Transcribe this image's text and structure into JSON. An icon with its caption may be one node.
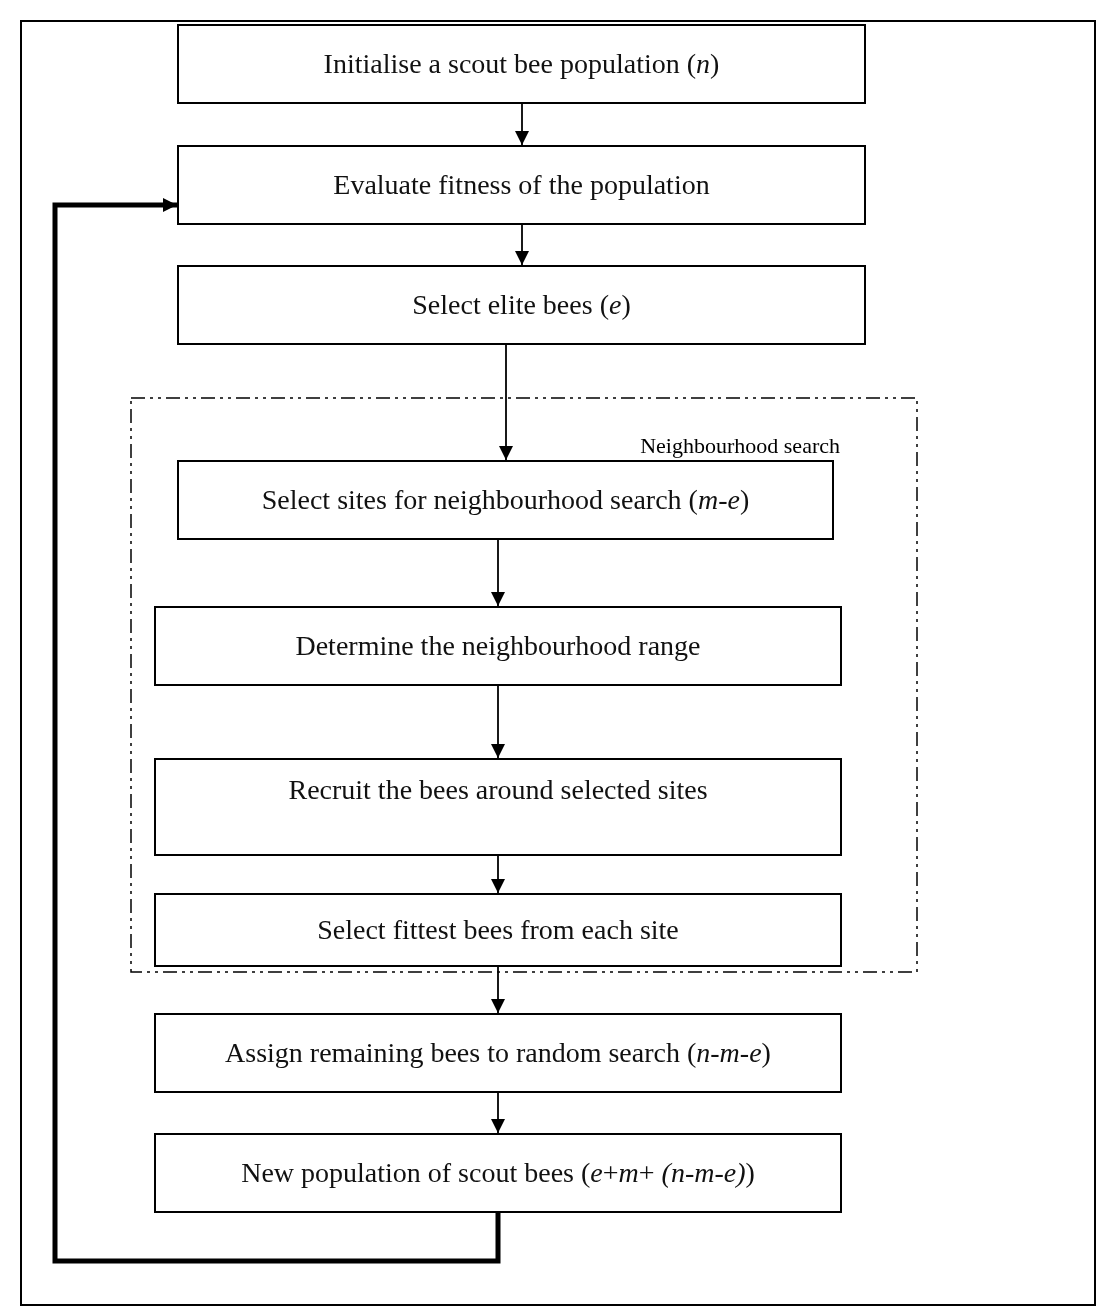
{
  "diagram": {
    "nodes": [
      {
        "text": [
          "Initialise a scout bee population (*n*)"
        ]
      },
      {
        "text": [
          "Evaluate fitness of the population"
        ]
      },
      {
        "text": [
          "Select elite bees (*e*)"
        ]
      },
      {
        "text": [
          "Neighbourhood search"
        ]
      },
      {
        "text": [
          "Select sites for neighbourhood search (*m-e*)"
        ],
        "in": 3
      },
      {
        "text": [
          "Determine the neighbourhood range"
        ],
        "in": 3
      },
      {
        "text": [
          "Recruit the bees around selected sites"
        ],
        "in": 3
      },
      {
        "text": [
          "Select fittest bees from each site"
        ],
        "in": 3
      },
      {
        "text": [
          "Assign remaining bees to random search (*n-m-e*)"
        ]
      },
      {
        "text": [
          "New population of scout bees (*e*+*m*+ *(n-m-e)*)"
        ]
      }
    ],
    "edges": [
      {
        "from": 0,
        "to": 1,
        "arrow": "to"
      },
      {
        "from": 1,
        "to": 2,
        "arrow": "to"
      },
      {
        "from": 2,
        "to": 4,
        "arrow": "to"
      },
      {
        "from": 4,
        "to": 5,
        "arrow": "to"
      },
      {
        "from": 5,
        "to": 6,
        "arrow": "to"
      },
      {
        "from": 6,
        "to": 7,
        "arrow": "to"
      },
      {
        "from": 7,
        "to": 8,
        "arrow": "to"
      },
      {
        "from": 8,
        "to": 9,
        "arrow": "to"
      },
      {
        "from": 9,
        "to": 1,
        "arrow": "to",
        "style": "thick"
      }
    ]
  }
}
